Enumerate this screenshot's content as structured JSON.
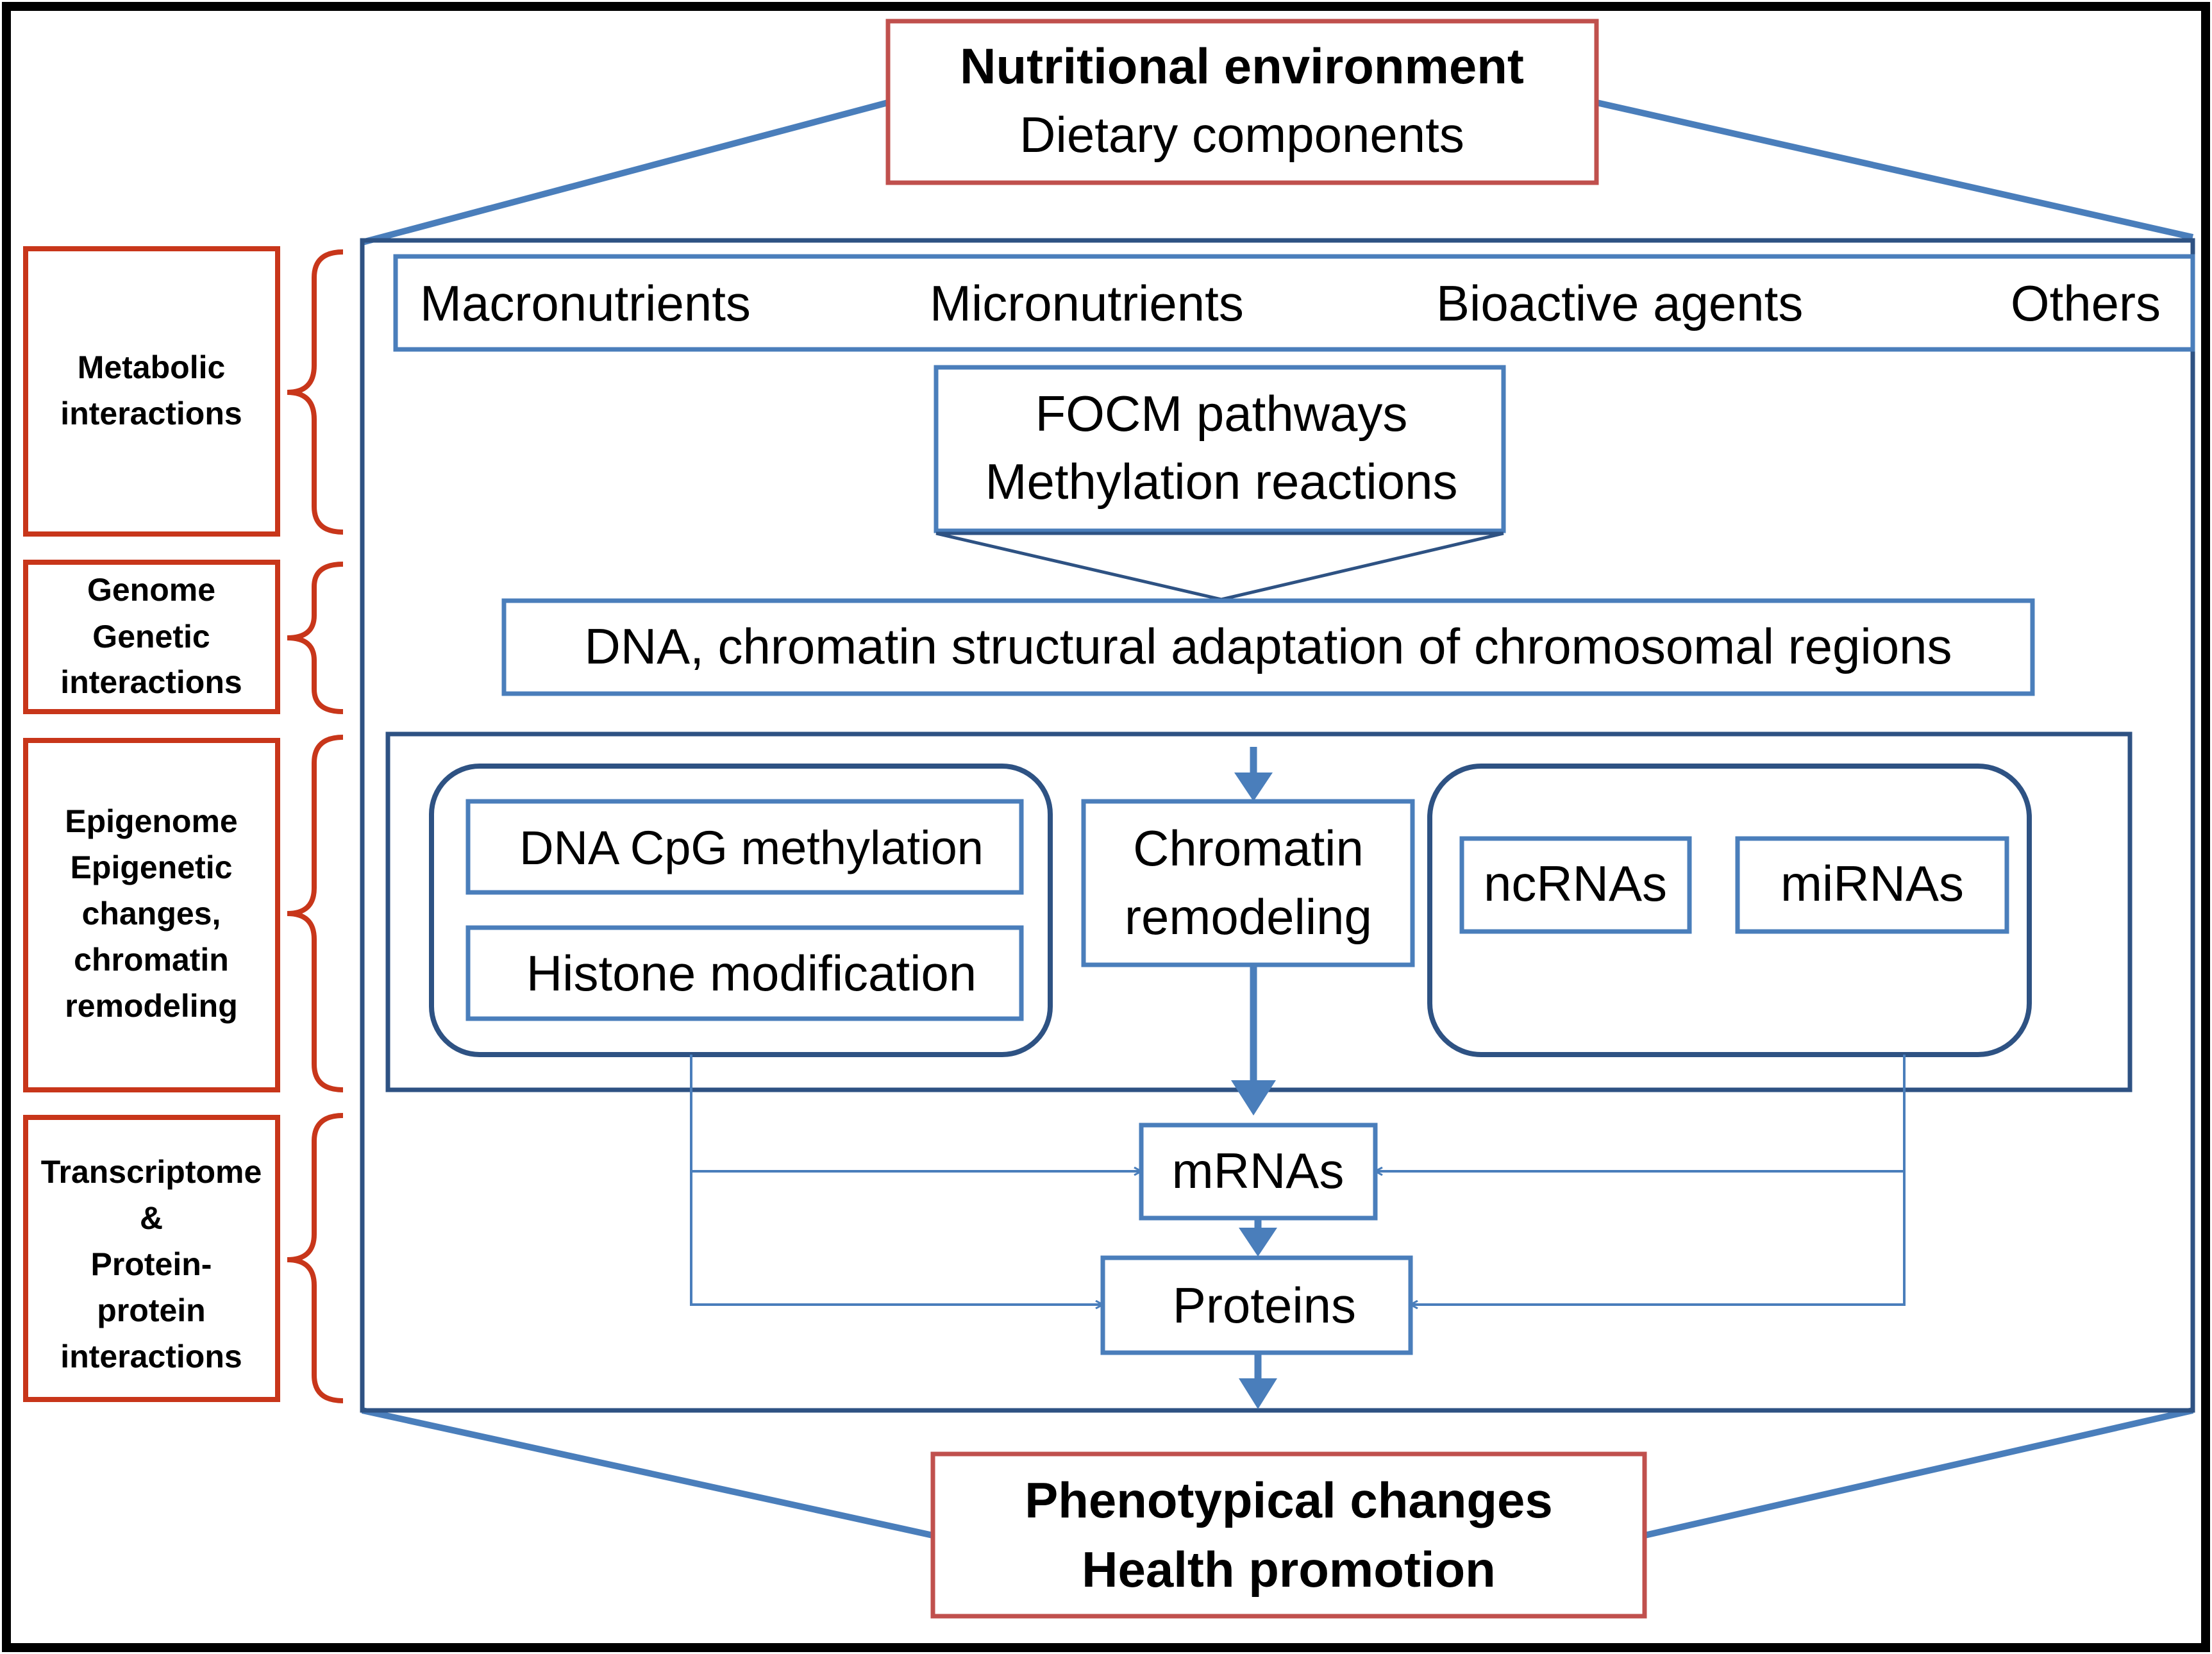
{
  "top_box": {
    "line1": "Nutritional environment",
    "line2": "Dietary components"
  },
  "categories": {
    "macronutrients": "Macronutrients",
    "micronutrients": "Micronutrients",
    "bioactive_agents": "Bioactive agents",
    "others": "Others"
  },
  "focm_box": {
    "line1": "FOCM pathways",
    "line2": "Methylation reactions"
  },
  "dna_box": "DNA, chromatin structural adaptation of chromosomal regions",
  "epigenetic": {
    "dna_methylation": "DNA CpG methylation",
    "histone_modification": "Histone modification",
    "chromatin_line1": "Chromatin",
    "chromatin_line2": "remodeling",
    "ncrnas": "ncRNAs",
    "mirnas": "miRNAs"
  },
  "mrnas": "mRNAs",
  "proteins": "Proteins",
  "bottom_box": {
    "line1": "Phenotypical changes",
    "line2": "Health promotion"
  },
  "side_labels": {
    "metabolic": [
      "Metabolic",
      "interactions"
    ],
    "genome": [
      "Genome",
      "Genetic",
      "interactions"
    ],
    "epigenome": [
      "Epigenome",
      "Epigenetic",
      "changes,",
      "chromatin",
      "remodeling"
    ],
    "transcriptome": [
      "Transcriptome",
      "&",
      "Protein-",
      "protein",
      "interactions"
    ]
  },
  "colors": {
    "blue": "#4A7EBB",
    "dark_blue": "#2E5283",
    "red": "#C0504D",
    "orange_red": "#C8361A"
  }
}
